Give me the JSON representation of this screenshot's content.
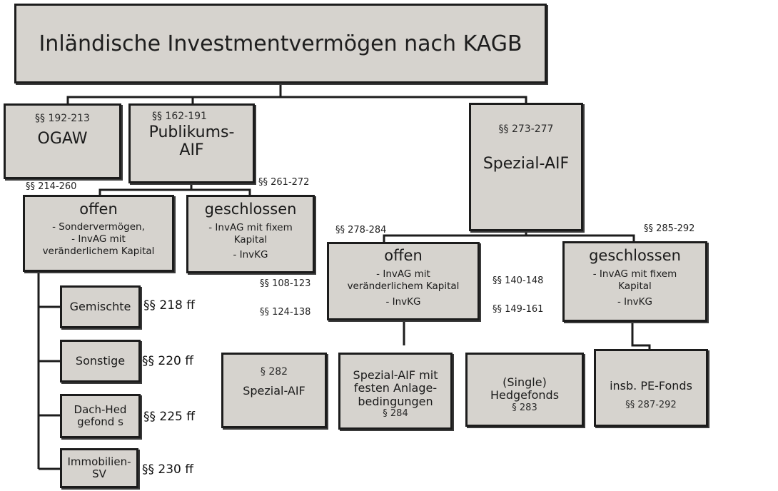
{
  "title": "Inländische Investmentvermögen nach KAGB",
  "ogaw": {
    "ref": "§§ 192-213",
    "label": "OGAW"
  },
  "publikums_aif": {
    "ref": "§§ 162-191",
    "label_line1": "Publikums-",
    "label_line2": "AIF"
  },
  "spezial_aif": {
    "ref": "§§ 273-277",
    "label": "Spezial-AIF"
  },
  "pub_offen": {
    "ext_ref": "§§ 214-260",
    "label": "offen",
    "line1": "- Sondervermögen,",
    "line2": "- InvAG mit",
    "line3": "veränderlichem Kapital"
  },
  "pub_geschlossen": {
    "ext_ref": "§§ 261-272",
    "label": "geschlossen",
    "line1": "- InvAG mit fixem",
    "line2": "Kapital",
    "line3": "- InvKG"
  },
  "sub_funds": [
    {
      "label": "Gemischte",
      "ref": "§§ 218 ff"
    },
    {
      "label": "Sonstige",
      "ref": "§§ 220 ff"
    },
    {
      "label": "Dach-Hedgefond s",
      "ref": "§§ 225 ff"
    },
    {
      "label": "Immobilien-SV",
      "ref": "§§ 230 ff"
    }
  ],
  "spez_offen": {
    "ext_ref": "§§ 278-284",
    "ref_left1": "§§ 108-123",
    "ref_left2": "§§ 124-138",
    "label": "offen",
    "line1": "- InvAG mit",
    "line2": "veränderlichem Kapital",
    "line3": "- InvKG"
  },
  "spez_geschlossen": {
    "ext_ref": "§§ 285-292",
    "ref_left1": "§§ 140-148",
    "ref_left2": "§§ 149-161",
    "label": "geschlossen",
    "line1": "- InvAG mit fixem",
    "line2": "Kapital",
    "line3": "- InvKG"
  },
  "bottom": {
    "b1": {
      "ref": "§ 282",
      "label": "Spezial-AIF"
    },
    "b2": {
      "line1": "Spezial-AIF mit",
      "line2": "festen Anlage-",
      "line3": "bedingungen",
      "ref": "§ 284"
    },
    "b3": {
      "line1": "(Single)",
      "line2": "Hedgefonds",
      "ref": "§ 283"
    },
    "b4": {
      "label": "insb. PE-Fonds",
      "ref": "§§ 287-292"
    }
  }
}
